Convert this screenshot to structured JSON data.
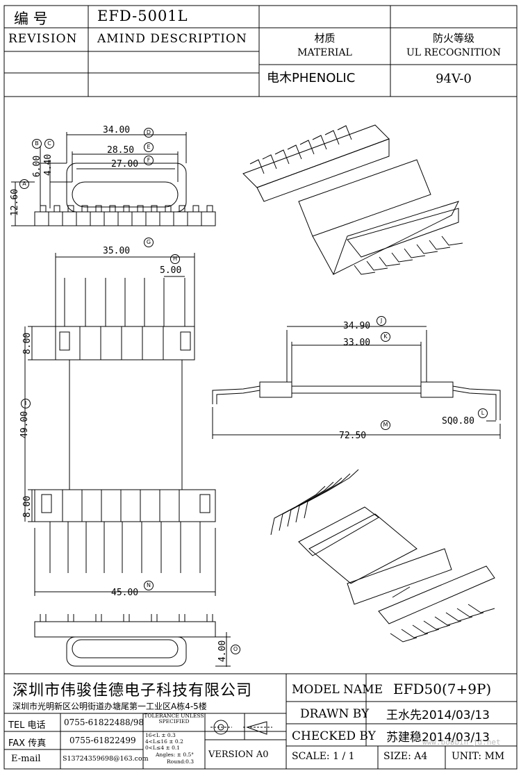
{
  "header": {
    "number_label": "编  号",
    "part_number": "EFD-5001L",
    "revision_label": "REVISION",
    "amind_label": "AMIND DESCRIPTION",
    "material_cn": "材质",
    "material_en": "MATERIAL",
    "material_value": "电木PHENOLIC",
    "ul_cn": "防火等级",
    "ul_en": "UL RECOGNITION",
    "ul_value": "94V-0"
  },
  "dimensions": {
    "d_a": "12.60",
    "d_b": "6.00",
    "d_c": "4.40",
    "d_d": "34.00",
    "d_e": "28.50",
    "d_f": "27.00",
    "d_g": "35.00",
    "d_h": "5.00",
    "d_i": "49.00",
    "d_8a": "8.00",
    "d_8b": "8.00",
    "d_j": "34.90",
    "d_k": "33.00",
    "d_l": "SQ0.80",
    "d_m": "72.50",
    "d_n": "45.00",
    "d_o": "4.00"
  },
  "balloons": {
    "a": "A",
    "b": "B",
    "c": "C",
    "d": "D",
    "e": "E",
    "f": "F",
    "g": "G",
    "h": "H",
    "i": "I",
    "j": "J",
    "k": "K",
    "l": "L",
    "m": "M",
    "n": "N",
    "o": "O"
  },
  "footer": {
    "company": "深圳市伟骏佳德电子科技有限公司",
    "address": "深圳市光明新区公明街道办塘尾第一工业区A栋4-5楼",
    "tel_label": "TEL 电话",
    "tel_value": "0755-61822488/98",
    "fax_label": "FAX 传真",
    "fax_value": "0755-61822499",
    "email_label": "E-mail",
    "email_value": "S13724359698@163.com",
    "tolerance_title": "TOLERANCE UNLESS SPECIFIED",
    "tol_rows": [
      "16<L        ± 0.3",
      "4<L≤16      ± 0.2",
      "0<L≤4       ± 0.1",
      "Angles: ± 0.5°",
      "Round:0.3"
    ],
    "version": "VERSION A0",
    "model_label": "MODEL NAME",
    "model_value": "EFD50(7+9P)",
    "drawn_label": "DRAWN BY",
    "drawn_value": "王水先2014/03/13",
    "checked_label": "CHECKED BY",
    "checked_value": "苏建稳2014/03/13",
    "scale_label": "SCALE: 1 / 1",
    "size_label": "SIZE: A4",
    "unit_label": "UNIT: MM",
    "watermark": "www.bobbin-jd.net"
  }
}
